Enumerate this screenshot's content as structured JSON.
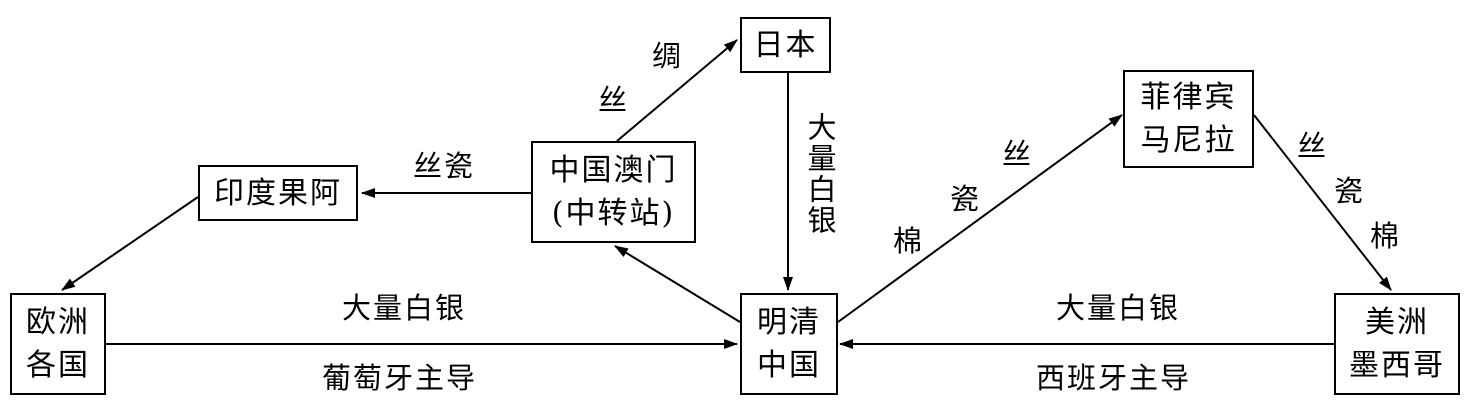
{
  "nodes": {
    "japan": "日本",
    "macau": {
      "line1": "中国澳门",
      "line2": "(中转站)"
    },
    "india": "印度果阿",
    "europe": {
      "line1": "欧洲",
      "line2": "各国"
    },
    "china": {
      "line1": "明清",
      "line2": "中国"
    },
    "manila": {
      "line1": "菲律宾",
      "line2": "马尼拉"
    },
    "americas": {
      "line1": "美洲",
      "line2": "墨西哥"
    }
  },
  "edge_labels": {
    "macau_to_japan": {
      "part1": "丝",
      "part2": "绸"
    },
    "macau_to_india": "丝瓷",
    "japan_to_china": "大量白银",
    "china_to_manila": {
      "part1": "棉",
      "part2": "瓷",
      "part3": "丝"
    },
    "manila_to_americas": {
      "part1": "丝",
      "part2": "瓷",
      "part3": "棉"
    },
    "europe_to_china": {
      "top": "大量白银",
      "bottom": "葡萄牙主导"
    },
    "americas_to_china": {
      "top": "大量白银",
      "bottom": "西班牙主导"
    }
  }
}
